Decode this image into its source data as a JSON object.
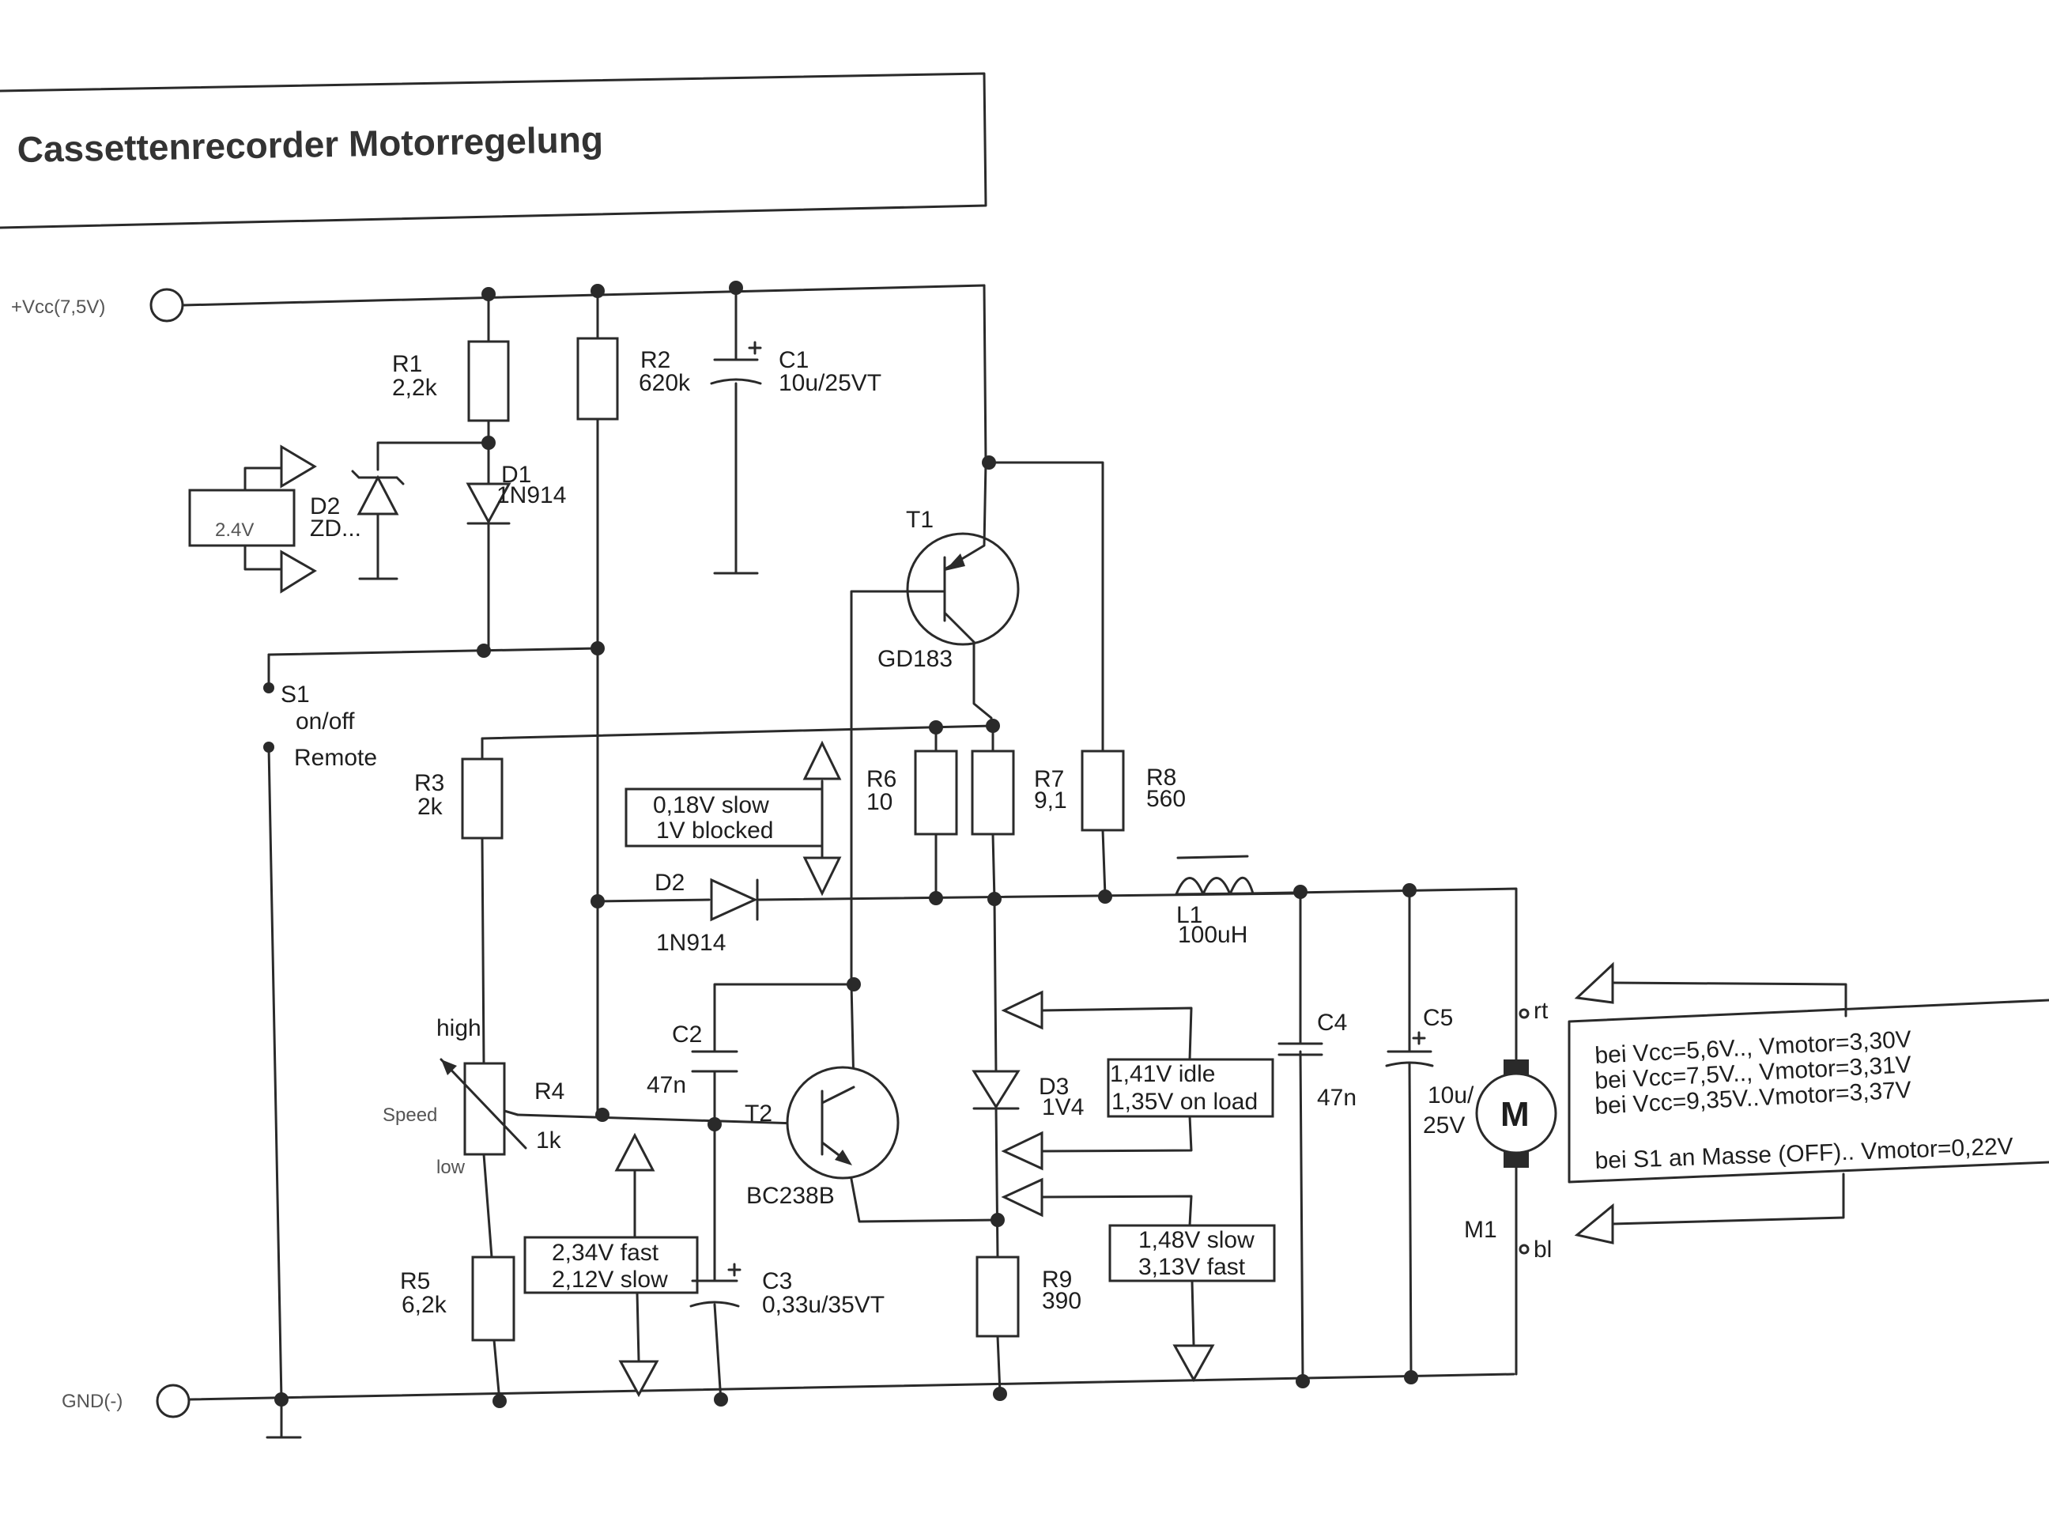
{
  "title": "Cassettenrecorder Motorregelung",
  "terminals": {
    "vcc": "+Vcc(7,5V)",
    "gnd": "GND(-)"
  },
  "components": {
    "R1": {
      "ref": "R1",
      "value": "2,2k"
    },
    "R2": {
      "ref": "R2",
      "value": "620k"
    },
    "C1": {
      "ref": "C1",
      "value": "10u/25VT"
    },
    "D1": {
      "ref": "D1",
      "value": "1N914"
    },
    "D2z": {
      "ref": "D2",
      "value": "ZD..."
    },
    "T1": {
      "ref": "T1",
      "value": "GD183"
    },
    "S1": {
      "ref": "S1",
      "line1": "on/off",
      "line2": "Remote"
    },
    "R3": {
      "ref": "R3",
      "value": "2k"
    },
    "R6": {
      "ref": "R6",
      "value": "10"
    },
    "R7": {
      "ref": "R7",
      "value": "9,1"
    },
    "R8": {
      "ref": "R8",
      "value": "560"
    },
    "D2": {
      "ref": "D2",
      "value": "1N914"
    },
    "L1": {
      "ref": "L1",
      "value": "100uH"
    },
    "C4": {
      "ref": "C4",
      "value": "47n"
    },
    "C5": {
      "ref": "C5",
      "value1": "10u/",
      "value2": "25V"
    },
    "R4": {
      "ref": "R4",
      "value": "1k",
      "high": "high",
      "speed": "Speed",
      "low": "low"
    },
    "C2": {
      "ref": "C2",
      "value": "47n"
    },
    "T2": {
      "ref": "T2",
      "value": "BC238B"
    },
    "D3": {
      "ref": "D3",
      "value": "1V4"
    },
    "R5": {
      "ref": "R5",
      "value": "6,2k"
    },
    "C3": {
      "ref": "C3",
      "value": "0,33u/35VT"
    },
    "R9": {
      "ref": "R9",
      "value": "390"
    },
    "M1": {
      "ref": "M1",
      "letter": "M",
      "pin_rt": "rt",
      "pin_bl": "bl"
    }
  },
  "probes": {
    "zener": "2.4V",
    "base_t1": {
      "line1": "0,18V slow",
      "line2": "1V blocked"
    },
    "d3": {
      "line1": "1,41V   idle",
      "line2": "1,35V  on load"
    },
    "r4": {
      "line1": "2,34V fast",
      "line2": "2,12V slow"
    },
    "r9": {
      "line1": "1,48V slow",
      "line2": "3,13V fast"
    }
  },
  "note": {
    "line1": "bei Vcc=5,6V.., Vmotor=3,30V",
    "line2": "bei Vcc=7,5V..,  Vmotor=3,31V",
    "line3": "bei Vcc=9,35V..Vmotor=3,37V",
    "line4": "bei S1 an Masse (OFF).. Vmotor=0,22V"
  }
}
